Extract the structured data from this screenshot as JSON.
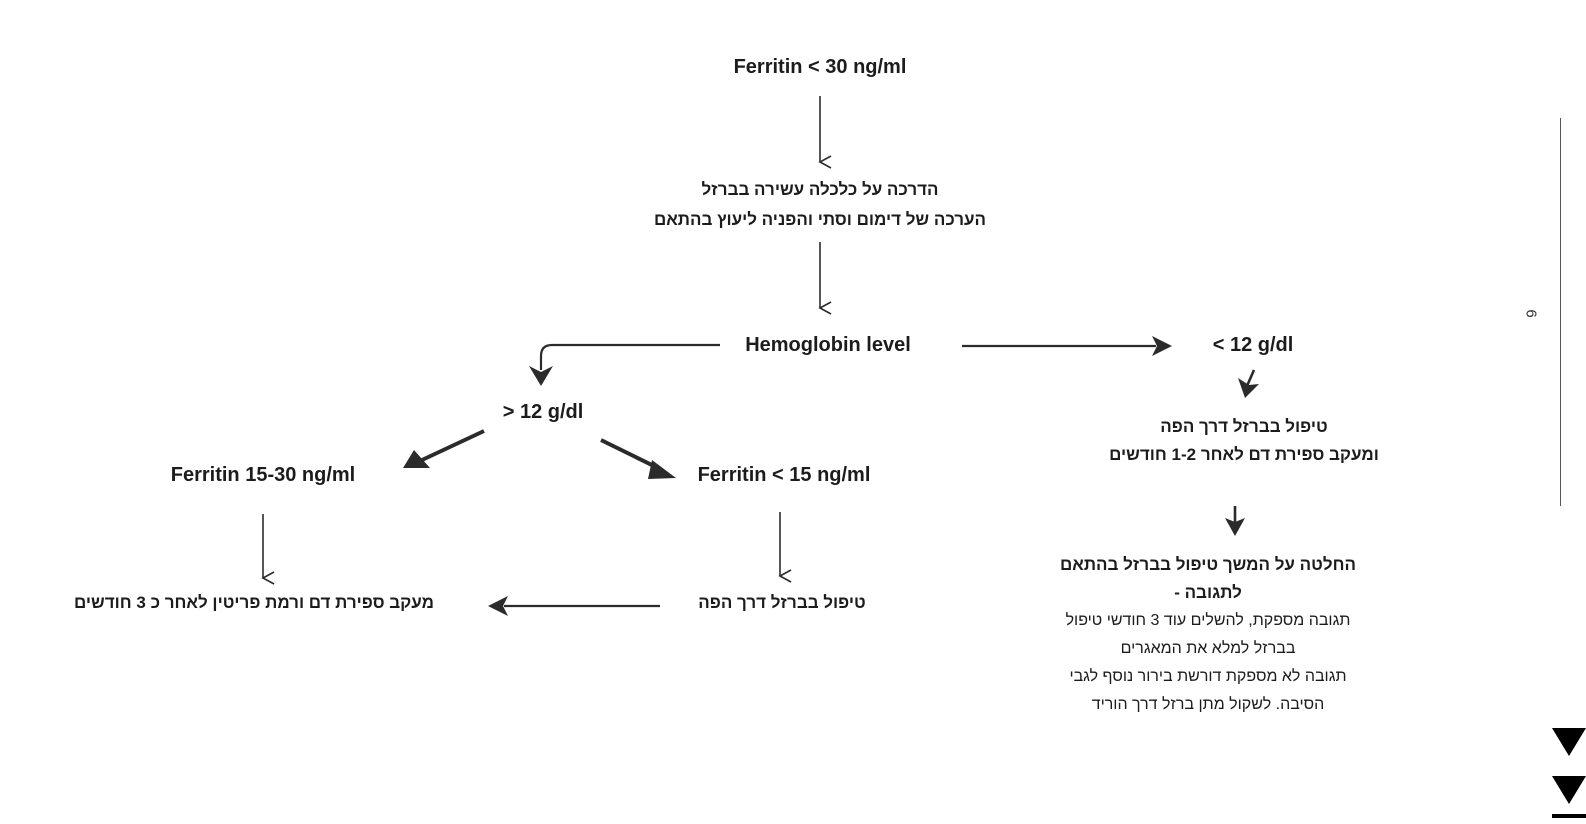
{
  "nodes": {
    "ferritin_top": "Ferritin < 30 ng/ml",
    "guidance_line1": "הדרכה על כלכלה עשירה בברזל",
    "guidance_line2": "הערכה של דימום וסתי והפניה ליעוץ בהתאם",
    "hemoglobin": "Hemoglobin level",
    "hb_low": "< 12 g/dl",
    "hb_high": "> 12 g/dl",
    "oral_iron_line1": "טיפול בברזל דרך הפה",
    "oral_iron_line2": "ומעקב ספירת דם לאחר 1-2 חודשים",
    "ferritin_15_30": "Ferritin 15-30 ng/ml",
    "ferritin_lt15": "Ferritin < 15 ng/ml",
    "decision_line1": "החלטה על המשך טיפול בברזל בהתאם",
    "decision_line2": "לתגובה -",
    "response_ok_line1": "תגובה מספקת, להשלים עוד 3 חודשי טיפול",
    "response_ok_line2": "בברזל למלא את המאגרים",
    "response_bad_line1": "תגובה לא מספקת דורשת בירור נוסף לגבי",
    "response_bad_line2": "הסיבה. לשקול מתן ברזל דרך הוריד",
    "oral_iron_short": "טיפול בברזל דרך הפה",
    "followup": "מעקב ספירת דם ורמת פריטין לאחר כ 3 חודשים"
  },
  "side": {
    "page_number": "6"
  },
  "colors": {
    "text": "#1c1c1c",
    "arrow": "#2b2b2b"
  }
}
